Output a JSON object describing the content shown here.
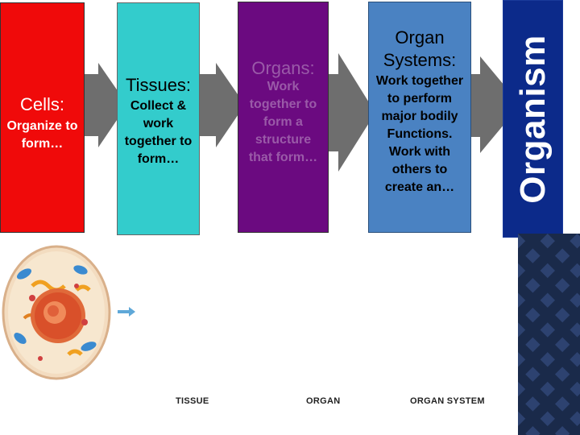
{
  "cells": {
    "title": "Cells:",
    "body": "Organize to form…"
  },
  "tissues": {
    "title": "Tissues:",
    "body": "Collect & work together to form…"
  },
  "organs": {
    "title": "Organs:",
    "body": "Work together to form a structure that form…"
  },
  "organ_systems": {
    "title": "Organ Systems:",
    "body": "Work together to perform major bodily Functions. Work with others to create an…"
  },
  "organism": {
    "title": "Organism"
  },
  "bottom_labels": {
    "tissue": "TISSUE",
    "organ": "ORGAN",
    "organ_system": "ORGAN SYSTEM"
  },
  "colors": {
    "cells": "#f00a0a",
    "tissues": "#33cccc",
    "organs": "#6b0a80",
    "organ_systems": "#4a82c2",
    "organism": "#0c2a8a",
    "arrow": "#6e6e6e"
  }
}
